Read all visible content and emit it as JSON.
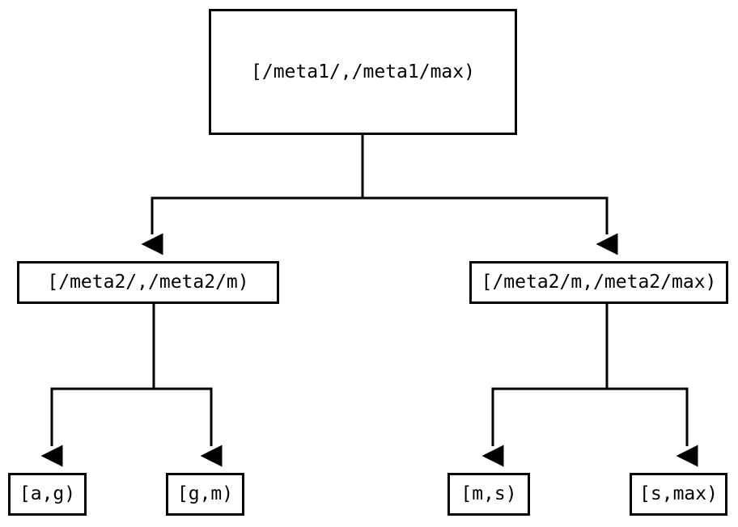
{
  "diagram": {
    "type": "tree",
    "title": "",
    "orientation": "top-down",
    "colors": {
      "node_border": "#000000",
      "node_fill": "#ffffff",
      "edge": "#000000",
      "text": "#000000",
      "background": "#ffffff"
    },
    "nodes": {
      "root": {
        "id": "root",
        "label": "[/meta1/,/meta1/max)",
        "level": 0
      },
      "mid_left": {
        "id": "mid-left",
        "label": "[/meta2/,/meta2/m)",
        "level": 1
      },
      "mid_right": {
        "id": "mid-right",
        "label": "[/meta2/m,/meta2/max)",
        "level": 1
      },
      "leaf_ag": {
        "id": "leaf-a-g",
        "label": "[a,g)",
        "level": 2
      },
      "leaf_gm": {
        "id": "leaf-g-m",
        "label": "[g,m)",
        "level": 2
      },
      "leaf_ms": {
        "id": "leaf-m-s",
        "label": "[m,s)",
        "level": 2
      },
      "leaf_smax": {
        "id": "leaf-s-max",
        "label": "[s,max)",
        "level": 2
      }
    },
    "edges": [
      {
        "from": "root",
        "to": "mid-left",
        "arrow": "down"
      },
      {
        "from": "root",
        "to": "mid-right",
        "arrow": "down"
      },
      {
        "from": "mid-left",
        "to": "leaf-a-g",
        "arrow": "down"
      },
      {
        "from": "mid-left",
        "to": "leaf-g-m",
        "arrow": "down"
      },
      {
        "from": "mid-right",
        "to": "leaf-m-s",
        "arrow": "down"
      },
      {
        "from": "mid-right",
        "to": "leaf-s-max",
        "arrow": "down"
      }
    ]
  }
}
